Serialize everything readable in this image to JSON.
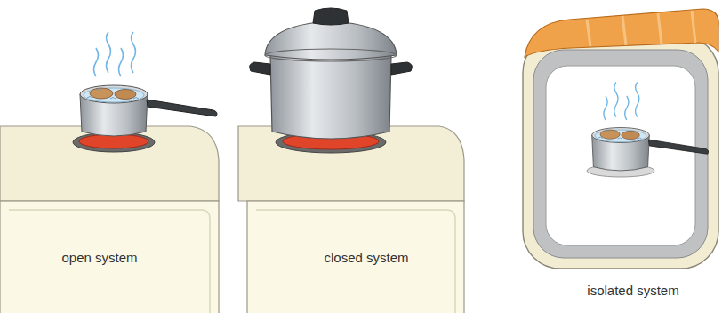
{
  "diagram": {
    "labels": [
      "open system",
      "closed system",
      "isolated system"
    ]
  }
}
